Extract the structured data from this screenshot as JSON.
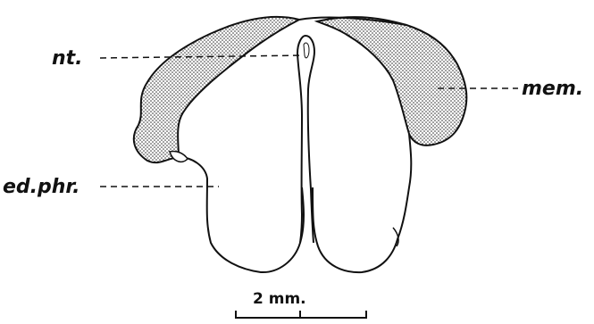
{
  "labels": {
    "nt": "nt.",
    "mem": "mem.",
    "ed_phr": "ed.phr."
  },
  "scale_bar": {
    "text": "2 mm."
  },
  "colors": {
    "ink": "#111111",
    "stipple": "#222222",
    "background": "#ffffff"
  }
}
